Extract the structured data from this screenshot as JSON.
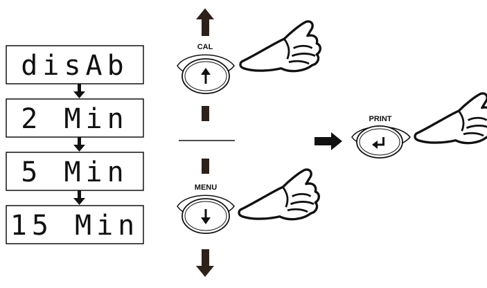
{
  "displays": [
    {
      "text": "disAb"
    },
    {
      "text": "2 Min"
    },
    {
      "text": "5 Min"
    },
    {
      "text": "15 Min"
    }
  ],
  "keys": {
    "cal": {
      "label": "CAL",
      "icon": "arrow-up-icon"
    },
    "menu": {
      "label": "MENU",
      "icon": "arrow-down-icon"
    },
    "print": {
      "label": "PRINT",
      "icon": "enter-icon"
    }
  },
  "colors": {
    "ink": "#111111",
    "arrow": "#2e2119"
  }
}
